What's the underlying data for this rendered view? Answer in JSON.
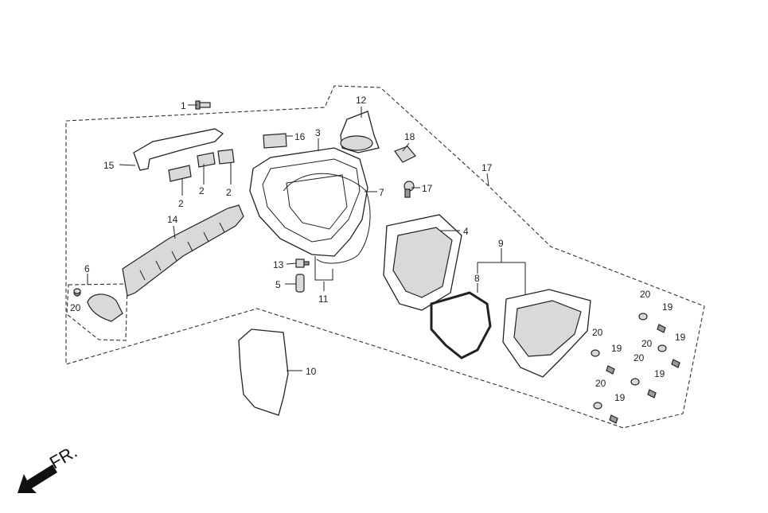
{
  "callouts": {
    "c1": "1",
    "c2a": "2",
    "c2b": "2",
    "c2c": "2",
    "c3": "3",
    "c4": "4",
    "c5": "5",
    "c6": "6",
    "c7": "7",
    "c8": "8",
    "c9": "9",
    "c10": "10",
    "c11": "11",
    "c12": "12",
    "c13": "13",
    "c14": "14",
    "c15": "15",
    "c16": "16",
    "c17a": "17",
    "c17b": "17",
    "c18": "18",
    "c19a": "19",
    "c19b": "19",
    "c19c": "19",
    "c19d": "19",
    "c20a": "20",
    "c20b": "20",
    "c20c": "20",
    "c20d": "20",
    "c20e": "20",
    "c20f": "20"
  },
  "direction": {
    "label": "FR.",
    "icon": "front-direction-arrow-icon"
  },
  "colors": {
    "line": "#222222",
    "part_fill": "#ffffff",
    "shade": "#d9d9d9"
  }
}
